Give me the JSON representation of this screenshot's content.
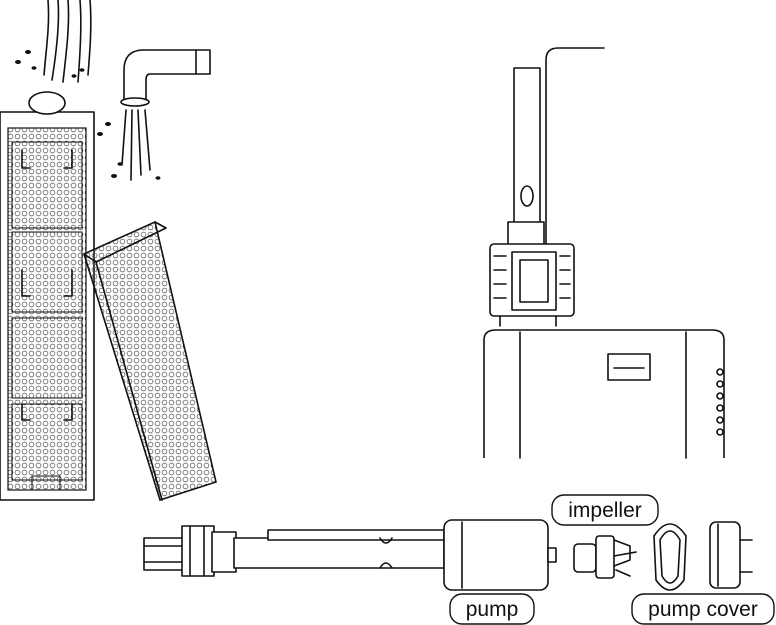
{
  "labels": {
    "impeller": "impeller",
    "pump": "pump",
    "pump_cover": "pump cover"
  },
  "icons": {
    "filter_sleeve": "filter-sleeve-icon",
    "filter_cartridge": "filter-cartridge-icon",
    "spray_bar": "spray-bar-icon",
    "pump_assembly": "pump-assembly-icon",
    "filter_housing": "filter-housing-icon",
    "intake_tube": "intake-tube-icon"
  },
  "colors": {
    "line": "#111111",
    "background": "#ffffff"
  }
}
